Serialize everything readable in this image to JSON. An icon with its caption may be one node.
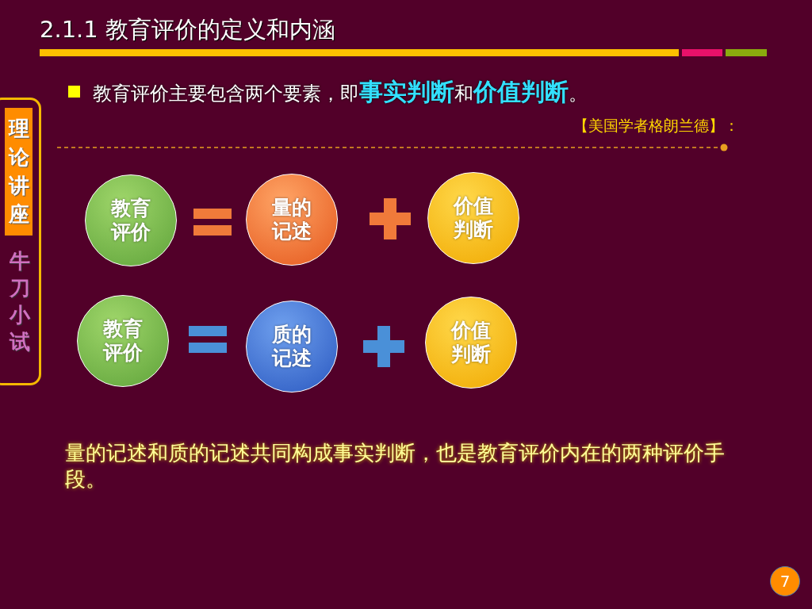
{
  "diagram": {
    "title": "2.1.1 教育评价的定义和内涵",
    "nodes": [
      {
        "text": [
          "理论讲座"
        ]
      },
      {
        "text": [
          "教育评价"
        ]
      },
      {
        "text": [
          "量的记述"
        ]
      },
      {
        "text": [
          "价值判断"
        ]
      },
      {
        "text": [
          "教育评价"
        ]
      },
      {
        "text": [
          "质的记述"
        ]
      },
      {
        "text": [
          "价值判断"
        ]
      },
      {
        "text": [
          "7"
        ]
      }
    ],
    "labels": [
      "牛刀小试",
      "教育评价主要包含两个要素，即**事实判断**和**价值判断**。",
      "【美国学者格朗兰德】：",
      "量的记述和质的记述共同构成事实判断，也是教育评价内在的两种评价手段。"
    ]
  }
}
